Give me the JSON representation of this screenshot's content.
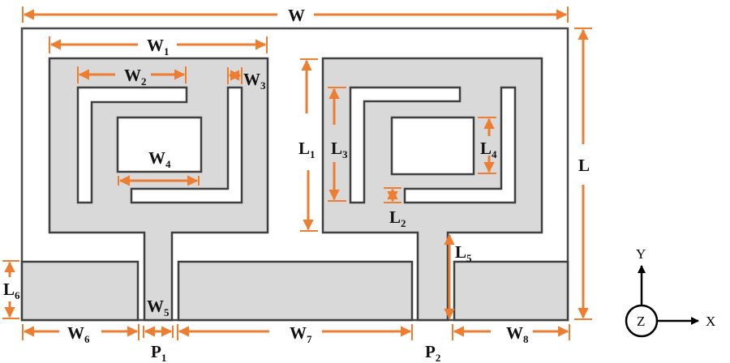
{
  "diagram": {
    "type": "dual-port antenna layout",
    "colors": {
      "dimension_lines": "#ed7d31",
      "metal_fill": "#d9d9d9",
      "outline": "#3f3f3f",
      "background": "#ffffff"
    },
    "dimensions": {
      "W": {
        "main": "W",
        "sub": ""
      },
      "W1": {
        "main": "W",
        "sub": "1"
      },
      "W2": {
        "main": "W",
        "sub": "2"
      },
      "W3": {
        "main": "W",
        "sub": "3"
      },
      "W4": {
        "main": "W",
        "sub": "4"
      },
      "W5": {
        "main": "W",
        "sub": "5"
      },
      "W6": {
        "main": "W",
        "sub": "6"
      },
      "W7": {
        "main": "W",
        "sub": "7"
      },
      "W8": {
        "main": "W",
        "sub": "8"
      },
      "L": {
        "main": "L",
        "sub": ""
      },
      "L1": {
        "main": "L",
        "sub": "1"
      },
      "L2": {
        "main": "L",
        "sub": "2"
      },
      "L3": {
        "main": "L",
        "sub": "3"
      },
      "L4": {
        "main": "L",
        "sub": "4"
      },
      "L5": {
        "main": "L",
        "sub": "5"
      },
      "L6": {
        "main": "L",
        "sub": "6"
      }
    },
    "ports": [
      {
        "main": "P",
        "sub": "1"
      },
      {
        "main": "P",
        "sub": "2"
      }
    ],
    "axes": {
      "y_label": "Y",
      "x_label": "X",
      "z_label": "Z"
    }
  }
}
